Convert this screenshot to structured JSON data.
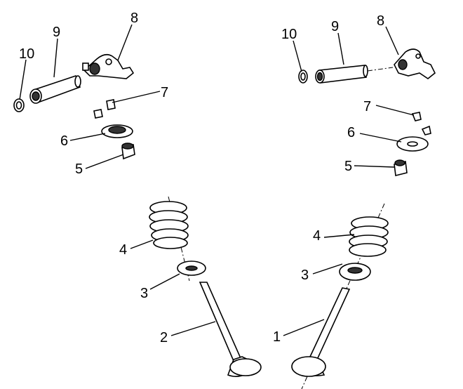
{
  "callouts": {
    "l10": "10",
    "l9": "9",
    "l8": "8",
    "l7": "7",
    "l6": "6",
    "l5": "5",
    "r10": "10",
    "r9": "9",
    "r8": "8",
    "r7": "7",
    "r6": "6",
    "r5": "5",
    "b4l": "4",
    "b3l": "3",
    "b2": "2",
    "b4r": "4",
    "b3r": "3",
    "b1": "1"
  }
}
